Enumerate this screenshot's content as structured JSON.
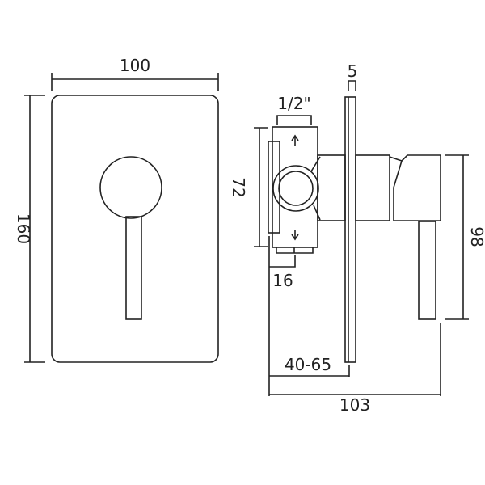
{
  "dimensions": {
    "width": "100",
    "height": "160",
    "plate_thickness": "5",
    "inlet": "1/2\"",
    "body_height": "72",
    "offset": "16",
    "lever_height": "98",
    "depth_range": "40-65",
    "total_depth": "103"
  },
  "colors": {
    "line": "#222222",
    "background": "#ffffff"
  }
}
